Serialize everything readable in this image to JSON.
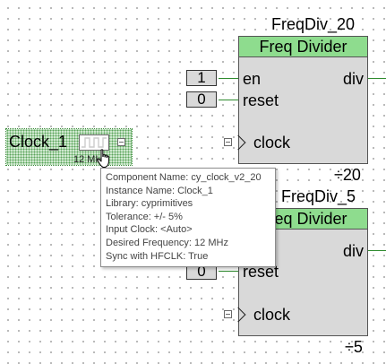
{
  "freqdiv_20": {
    "instance_name": "FreqDiv_20",
    "title": "Freq Divider",
    "ports": {
      "en": "en",
      "reset": "reset",
      "clock": "clock",
      "div": "div"
    },
    "divide_label": "÷20",
    "en_value": "1",
    "reset_value": "0"
  },
  "freqdiv_5": {
    "instance_name": "FreqDiv_5",
    "title": "Freq Divider",
    "ports": {
      "reset": "reset",
      "clock": "clock",
      "div": "div"
    },
    "divide_label": "÷5",
    "reset_value": "0"
  },
  "clock_1": {
    "instance_name": "Clock_1",
    "frequency_label": "12 MHz"
  },
  "tooltip": {
    "lines": [
      "Component Name: cy_clock_v2_20",
      "Instance Name: Clock_1",
      "Library: cyprimitives",
      "Tolerance: +/- 5%",
      "Input Clock: <Auto>",
      "Desired Frequency: 12 MHz",
      "Sync with HFCLK: True"
    ]
  },
  "colors": {
    "block_header": "#8edc8e",
    "block_body": "#d9d9d9",
    "wire": "#2e8b2e",
    "selection": "#cfe9cf"
  },
  "icons": {
    "clock_symbol": "square-wave-icon",
    "cursor": "hand-pointer-icon"
  }
}
